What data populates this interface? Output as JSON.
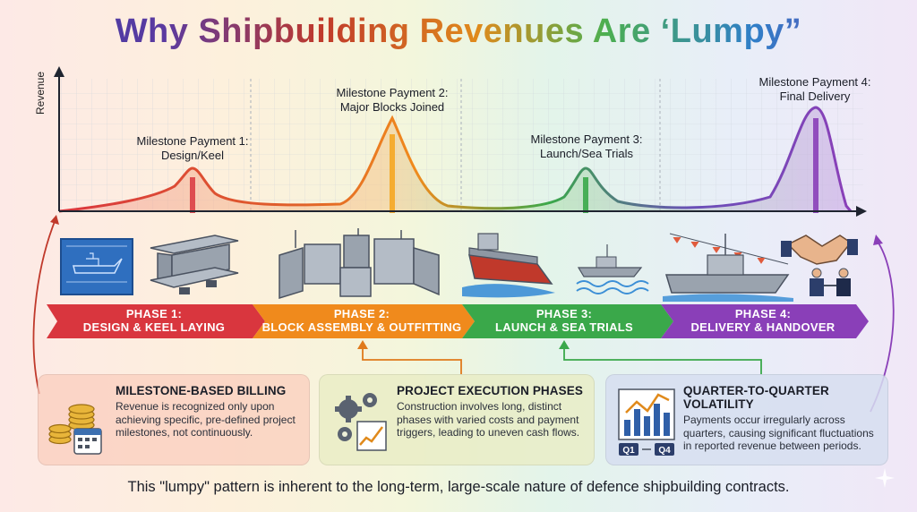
{
  "title": "Why Shipbuilding Revenues Are ‘Lumpy”",
  "chart": {
    "ylabel": "Revenue",
    "milestones": [
      {
        "line1": "Milestone Payment 1:",
        "line2": "Design/Keel",
        "color": "#d9363e"
      },
      {
        "line1": "Milestone Payment 2:",
        "line2": "Major Blocks Joined",
        "color": "#f08a1c"
      },
      {
        "line1": "Milestone Payment 3:",
        "line2": "Launch/Sea Trials",
        "color": "#3aa84a"
      },
      {
        "line1": "Milestone Payment 4:",
        "line2": "Final Delivery",
        "color": "#8a3fb8"
      }
    ]
  },
  "phases": [
    {
      "line1": "PHASE 1:",
      "line2": "DESIGN & KEEL LAYING",
      "color": "#d9363e"
    },
    {
      "line1": "PHASE 2:",
      "line2": "BLOCK ASSEMBLY & OUTFITTING",
      "color": "#f08a1c"
    },
    {
      "line1": "PHASE 3:",
      "line2": "LAUNCH & SEA TRIALS",
      "color": "#3aa84a"
    },
    {
      "line1": "PHASE 4:",
      "line2": "DELIVERY & HANDOVER",
      "color": "#8a3fb8"
    }
  ],
  "cards": [
    {
      "title": "MILESTONE-BASED BILLING",
      "body": "Revenue is recognized only upon achieving specific, pre-defined project milestones, not continuously."
    },
    {
      "title": "PROJECT EXECUTION PHASES",
      "body": "Construction involves long, distinct phases with varied costs and payment triggers, leading to uneven cash flows."
    },
    {
      "title": "QUARTER-TO-QUARTER VOLATILITY",
      "body": "Payments occur irregularly across quarters, causing significant fluctuations in reported revenue between periods."
    }
  ],
  "quarter_labels": {
    "start": "Q1",
    "end": "Q4"
  },
  "footer": "This \"lumpy\" pattern is inherent to the long-term, large-scale nature of defence shipbuilding contracts."
}
